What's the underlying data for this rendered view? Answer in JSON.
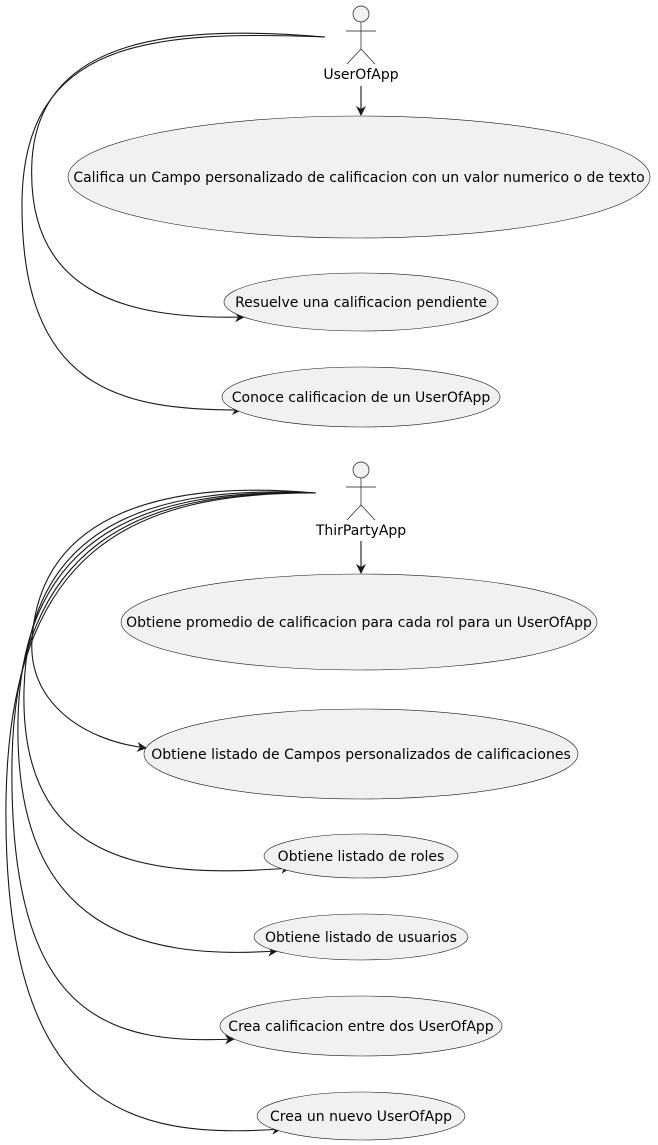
{
  "diagram": {
    "actors": [
      {
        "name": "UserOfApp",
        "use_cases": [
          "Califica un Campo personalizado de calificacion con un valor numerico o de texto",
          "Resuelve una calificacion pendiente",
          "Conoce calificacion de un UserOfApp"
        ]
      },
      {
        "name": "ThirPartyApp",
        "use_cases": [
          "Obtiene promedio de calificacion para cada rol para un UserOfApp",
          "Obtiene listado de Campos personalizados de calificaciones",
          "Obtiene listado de roles",
          "Obtiene listado de usuarios",
          "Crea calificacion entre dos UserOfApp",
          "Crea un nuevo UserOfApp"
        ]
      }
    ],
    "colors": {
      "usecase_fill": "#f1f1f1",
      "stroke": "#181818",
      "background": "#ffffff"
    }
  }
}
